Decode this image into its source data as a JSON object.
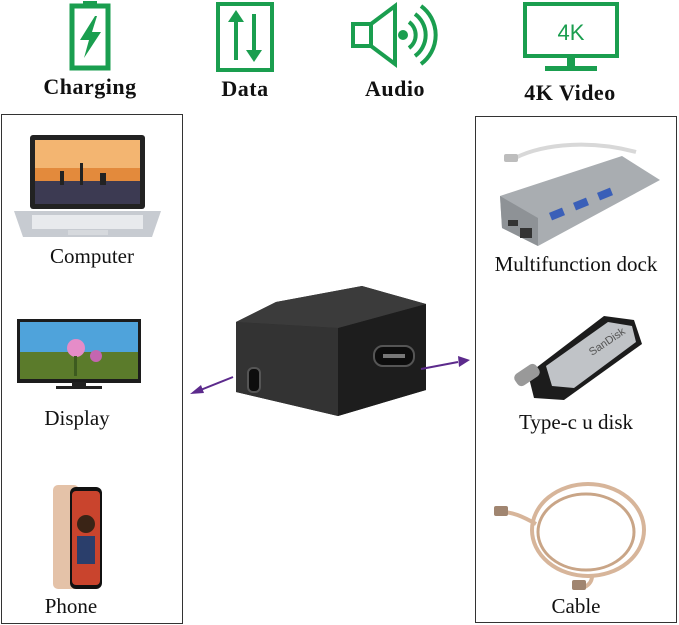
{
  "colors": {
    "accent_green": "#1a9e4f",
    "arrow_purple": "#5c2a8c"
  },
  "features": [
    {
      "label": "Charging",
      "icon": "battery-charging-icon"
    },
    {
      "label": "Data",
      "icon": "data-transfer-icon"
    },
    {
      "label": "Audio",
      "icon": "speaker-icon"
    },
    {
      "label": "4K Video",
      "icon": "monitor-4k-icon",
      "badge": "4K"
    }
  ],
  "left_devices": [
    {
      "label": "Computer"
    },
    {
      "label": "Display"
    },
    {
      "label": "Phone"
    }
  ],
  "right_devices": [
    {
      "label": "Multifunction dock"
    },
    {
      "label": "Type-c u disk",
      "brand": "SanDisk"
    },
    {
      "label": "Cable"
    }
  ]
}
